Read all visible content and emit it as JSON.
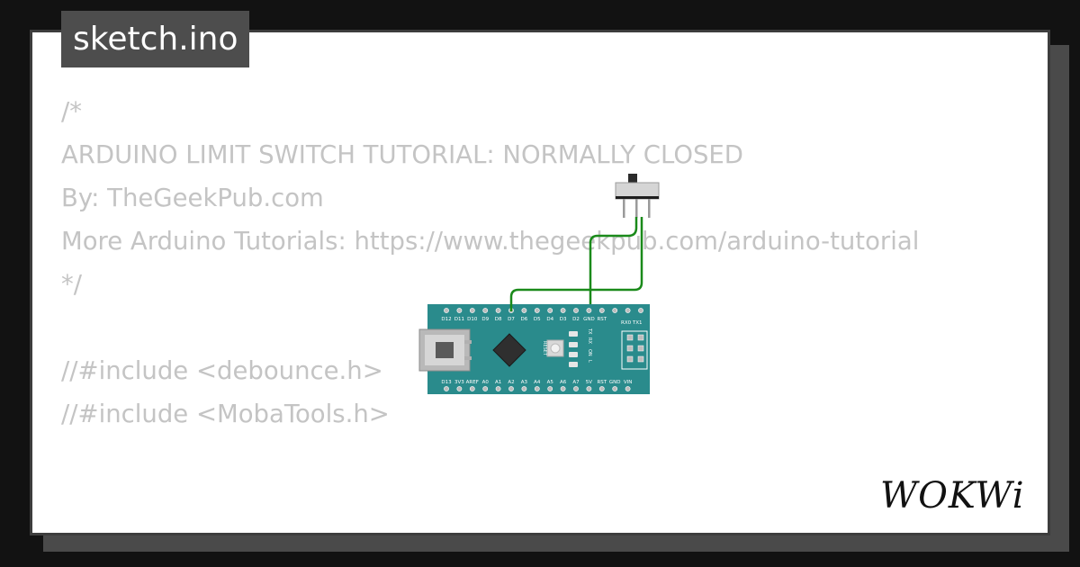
{
  "tab": {
    "filename": "sketch.ino"
  },
  "code": {
    "lines": [
      "/*",
      "ARDUINO LIMIT SWITCH TUTORIAL: NORMALLY CLOSED",
      "By: TheGeekPub.com",
      "More Arduino Tutorials: https://www.thegeekpub.com/arduino-tutorial",
      "*/",
      "",
      "//#include <debounce.h>",
      "//#include <MobaTools.h>"
    ]
  },
  "board": {
    "top_pins": [
      "D12",
      "D11",
      "D10",
      "D9",
      "D8",
      "D7",
      "D6",
      "D5",
      "D4",
      "D3",
      "D2",
      "GND",
      "RST"
    ],
    "bottom_pins": [
      "D13",
      "3V3",
      "AREF",
      "A0",
      "A1",
      "A2",
      "A3",
      "A4",
      "A5",
      "A6",
      "A7",
      "5V",
      "RST",
      "GND",
      "VIN"
    ],
    "icsp_label": "RX0 TX1",
    "led_labels": [
      "TX",
      "RX",
      "ON",
      "L"
    ],
    "reset_label": "RESET"
  },
  "logo": {
    "text": "WOKWi"
  },
  "colors": {
    "background": "#121212",
    "tab_bg": "#4d4d4d",
    "code_text": "#c4c4c4",
    "board": "#2a8b8c",
    "wire": "#1a8a1a"
  }
}
